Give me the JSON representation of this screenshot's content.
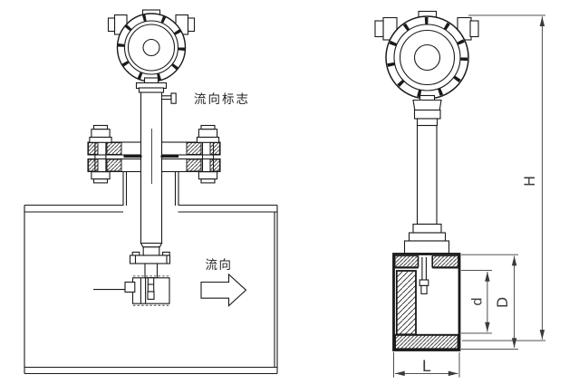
{
  "drawing": {
    "annotations": {
      "flow_direction_mark": "流向标志",
      "flow_direction": "流向"
    },
    "dimension_labels": {
      "H": "H",
      "D": "D",
      "d": "d",
      "L": "L"
    },
    "colors": {
      "line": "#1a1a1a",
      "dimension": "#3a3a3a",
      "background": "#ffffff"
    }
  }
}
